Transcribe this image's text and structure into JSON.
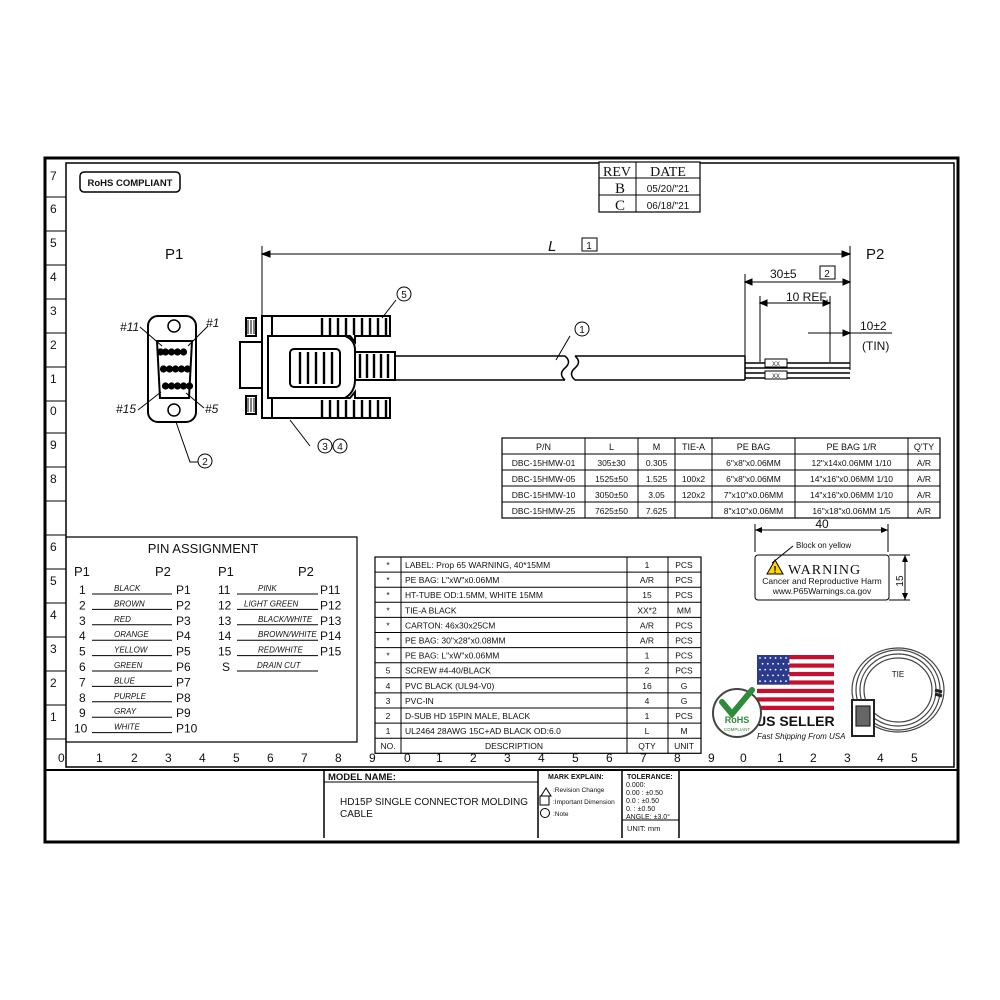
{
  "badge_rohs": "RoHS COMPLIANT",
  "revision": {
    "headers": [
      "REV",
      "DATE"
    ],
    "rows": [
      [
        "B",
        "05/20/\"21"
      ],
      [
        "C",
        "06/18/\"21"
      ]
    ]
  },
  "border_numbers": {
    "left_top": [
      "7",
      "6",
      "5",
      "4",
      "3",
      "2",
      "1",
      "0",
      "9",
      "8"
    ],
    "left_bottom": [
      "6",
      "5",
      "4",
      "3",
      "2",
      "1"
    ],
    "bottom": [
      "0",
      "1",
      "2",
      "3",
      "4",
      "5",
      "6",
      "7",
      "8",
      "9",
      "0",
      "1",
      "2",
      "3",
      "4",
      "5",
      "6",
      "7",
      "8",
      "9",
      "0",
      "1",
      "2",
      "3",
      "4",
      "5"
    ]
  },
  "drawing": {
    "p1_label": "P1",
    "p2_label": "P2",
    "length_label": "L",
    "length_note": "1",
    "dim_30": "30±5",
    "dim_30_note": "2",
    "dim_10ref": "10 REF.",
    "dim_10": "10±2",
    "tin": "(TIN)",
    "pin11": "#11",
    "pin1": "#1",
    "pin15": "#15",
    "pin5": "#5",
    "callout_1": "1",
    "callout_2": "2",
    "callout_3": "3",
    "callout_4": "4",
    "callout_5": "5",
    "xx": "XX"
  },
  "pn_table": {
    "headers": [
      "P/N",
      "L",
      "M",
      "TIE-A",
      "PE BAG",
      "PE BAG 1/R",
      "Q'TY"
    ],
    "rows": [
      [
        "DBC-15HMW-01",
        "305±30",
        "0.305",
        "",
        "6\"x8\"x0.06MM",
        "12\"x14x0.06MM  1/10",
        "A/R"
      ],
      [
        "DBC-15HMW-05",
        "1525±50",
        "1.525",
        "100x2",
        "6\"x8\"x0.06MM",
        "14\"x16\"x0.06MM  1/10",
        "A/R"
      ],
      [
        "DBC-15HMW-10",
        "3050±50",
        "3.05",
        "120x2",
        "7\"x10\"x0.06MM",
        "14\"x16\"x0.06MM  1/10",
        "A/R"
      ],
      [
        "DBC-15HMW-25",
        "7625±50",
        "7.625",
        "",
        "8\"x10\"x0.06MM",
        "16\"x18\"x0.06MM  1/5",
        "A/R"
      ]
    ]
  },
  "pin_assignment": {
    "title": "PIN ASSIGNMENT",
    "col_headers": [
      "P1",
      "P2",
      "P1",
      "P2"
    ],
    "left": [
      [
        "1",
        "BLACK",
        "P1"
      ],
      [
        "2",
        "BROWN",
        "P2"
      ],
      [
        "3",
        "RED",
        "P3"
      ],
      [
        "4",
        "ORANGE",
        "P4"
      ],
      [
        "5",
        "YELLOW",
        "P5"
      ],
      [
        "6",
        "GREEN",
        "P6"
      ],
      [
        "7",
        "BLUE",
        "P7"
      ],
      [
        "8",
        "PURPLE",
        "P8"
      ],
      [
        "9",
        "GRAY",
        "P9"
      ],
      [
        "10",
        "WHITE",
        "P10"
      ]
    ],
    "right": [
      [
        "11",
        "PINK",
        "P11"
      ],
      [
        "12",
        "LIGHT GREEN",
        "P12"
      ],
      [
        "13",
        "BLACK/WHITE",
        "P13"
      ],
      [
        "14",
        "BROWN/WHITE",
        "P14"
      ],
      [
        "15",
        "RED/WHITE",
        "P15"
      ],
      [
        "S",
        "DRAIN   CUT",
        ""
      ]
    ]
  },
  "bom": {
    "rows": [
      [
        "*",
        "LABEL: Prop 65 WARNING, 40*15MM",
        "1",
        "PCS"
      ],
      [
        "*",
        "PE BAG: L\"xW\"x0.06MM",
        "A/R",
        "PCS"
      ],
      [
        "*",
        "HT-TUBE OD:1.5MM, WHITE 15MM",
        "15",
        "PCS"
      ],
      [
        "*",
        "TIE-A BLACK",
        "XX*2",
        "MM"
      ],
      [
        "*",
        "CARTON: 46x30x25CM",
        "A/R",
        "PCS"
      ],
      [
        "*",
        "PE BAG: 30\"x28\"x0.08MM",
        "A/R",
        "PCS"
      ],
      [
        "*",
        "PE BAG: L\"xW\"x0.06MM",
        "1",
        "PCS"
      ],
      [
        "5",
        "SCREW #4-40/BLACK",
        "2",
        "PCS"
      ],
      [
        "4",
        "PVC BLACK (UL94-V0)",
        "16",
        "G"
      ],
      [
        "3",
        "PVC-IN",
        "4",
        "G"
      ],
      [
        "2",
        "D-SUB HD 15PIN MALE, BLACK",
        "1",
        "PCS"
      ],
      [
        "1",
        "UL2464 28AWG 15C+AD BLACK OD:6.0",
        "L",
        "M"
      ]
    ],
    "headers": [
      "NO.",
      "DESCRIPTION",
      "QTY",
      "UNIT"
    ]
  },
  "warning_label": {
    "width_dim": "40",
    "height_dim": "15",
    "note": "Block on yellow",
    "title": "WARNING",
    "line1": "Cancer and Reproductive Harm",
    "line2": "www.P65Warnings.ca.gov"
  },
  "badges": {
    "rohs": "RoHS",
    "rohs_sub": "COMPLIANT",
    "us_seller": "US SELLER",
    "ship": "Fast Shipping From USA",
    "tie": "TIE"
  },
  "title_block": {
    "model_name_label": "MODEL NAME:",
    "model_name": "HD15P SINGLE CONNECTOR MOLDING",
    "model_name_2": "CABLE",
    "mark_explain": "MARK EXPLAIN:",
    "mark_1": ":Revision Change",
    "mark_2": ":Important Dimension",
    "mark_3": ":Note",
    "tolerance": "TOLERANCE:",
    "tol_rows": [
      "0.000:",
      "0.00  : ±0.50",
      "0.0    : ±0.50",
      "0.      : ±0.50",
      "ANGLE: ±3.0°"
    ],
    "unit": "UNIT: mm"
  },
  "colors": {
    "flag_red": "#c8102e",
    "flag_blue": "#2b3a8c",
    "rohs_green": "#2e8b3a",
    "warn_yellow": "#ffd400"
  }
}
